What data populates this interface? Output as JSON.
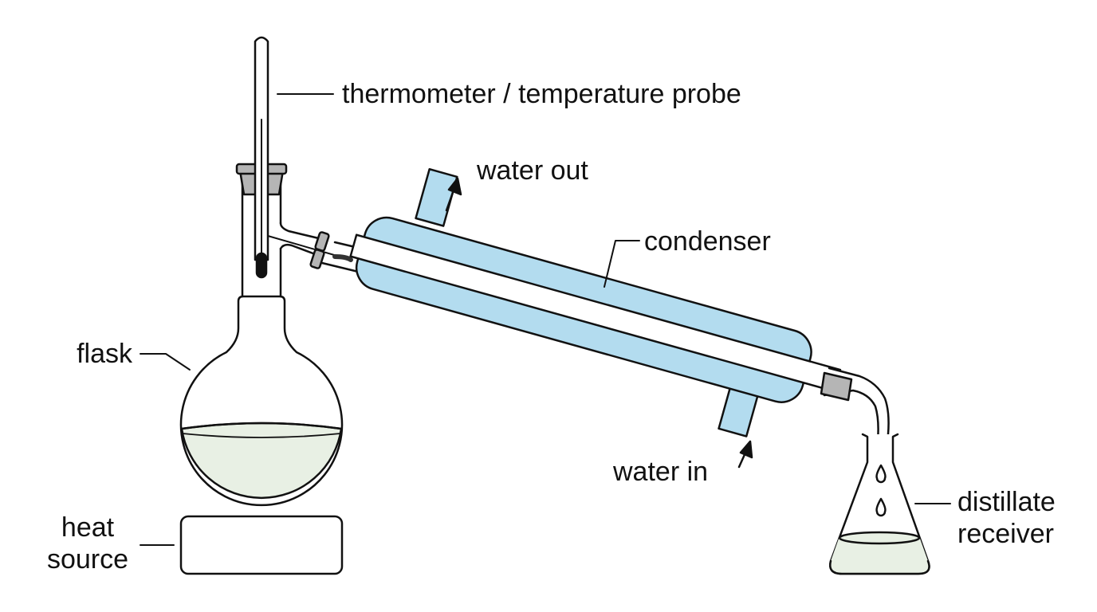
{
  "labels": {
    "thermometer": "thermometer / temperature probe",
    "water_out": "water out",
    "condenser": "condenser",
    "flask": "flask",
    "water_in": "water in",
    "distillate_line1": "distillate",
    "distillate_line2": "receiver",
    "heat_line1": "heat",
    "heat_line2": "source"
  },
  "colors": {
    "outline": "#111111",
    "coolant": "#b3dcef",
    "liquid": "#e8f0e4",
    "stopper": "#b5b5b5",
    "background": "#ffffff"
  }
}
